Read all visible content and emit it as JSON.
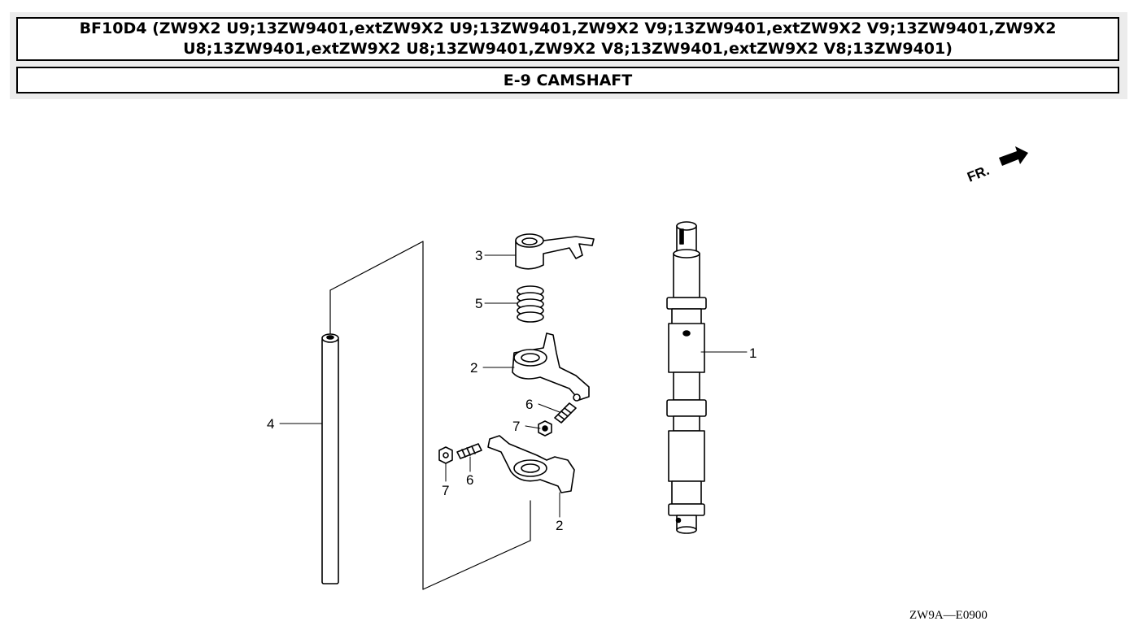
{
  "header": {
    "model_title": "BF10D4 (ZW9X2 U9;13ZW9401,extZW9X2 U9;13ZW9401,ZW9X2 V9;13ZW9401,extZW9X2 V9;13ZW9401,ZW9X2 U8;13ZW9401,extZW9X2 U8;13ZW9401,ZW9X2 V8;13ZW9401,extZW9X2 V8;13ZW9401)",
    "section_title": "E-9 CAMSHAFT"
  },
  "diagram": {
    "callouts": {
      "camshaft": "1",
      "rocker_arm_upper": "2",
      "rocker_arm_lower": "2",
      "rocker_arm_top_cap": "3",
      "rocker_shaft": "4",
      "spring": "5",
      "adjusting_screw_upper": "6",
      "adjusting_screw_lower": "6",
      "nut_upper": "7",
      "nut_lower": "7"
    },
    "front_indicator": "FR.",
    "reference_code": "ZW9A—E0900"
  }
}
